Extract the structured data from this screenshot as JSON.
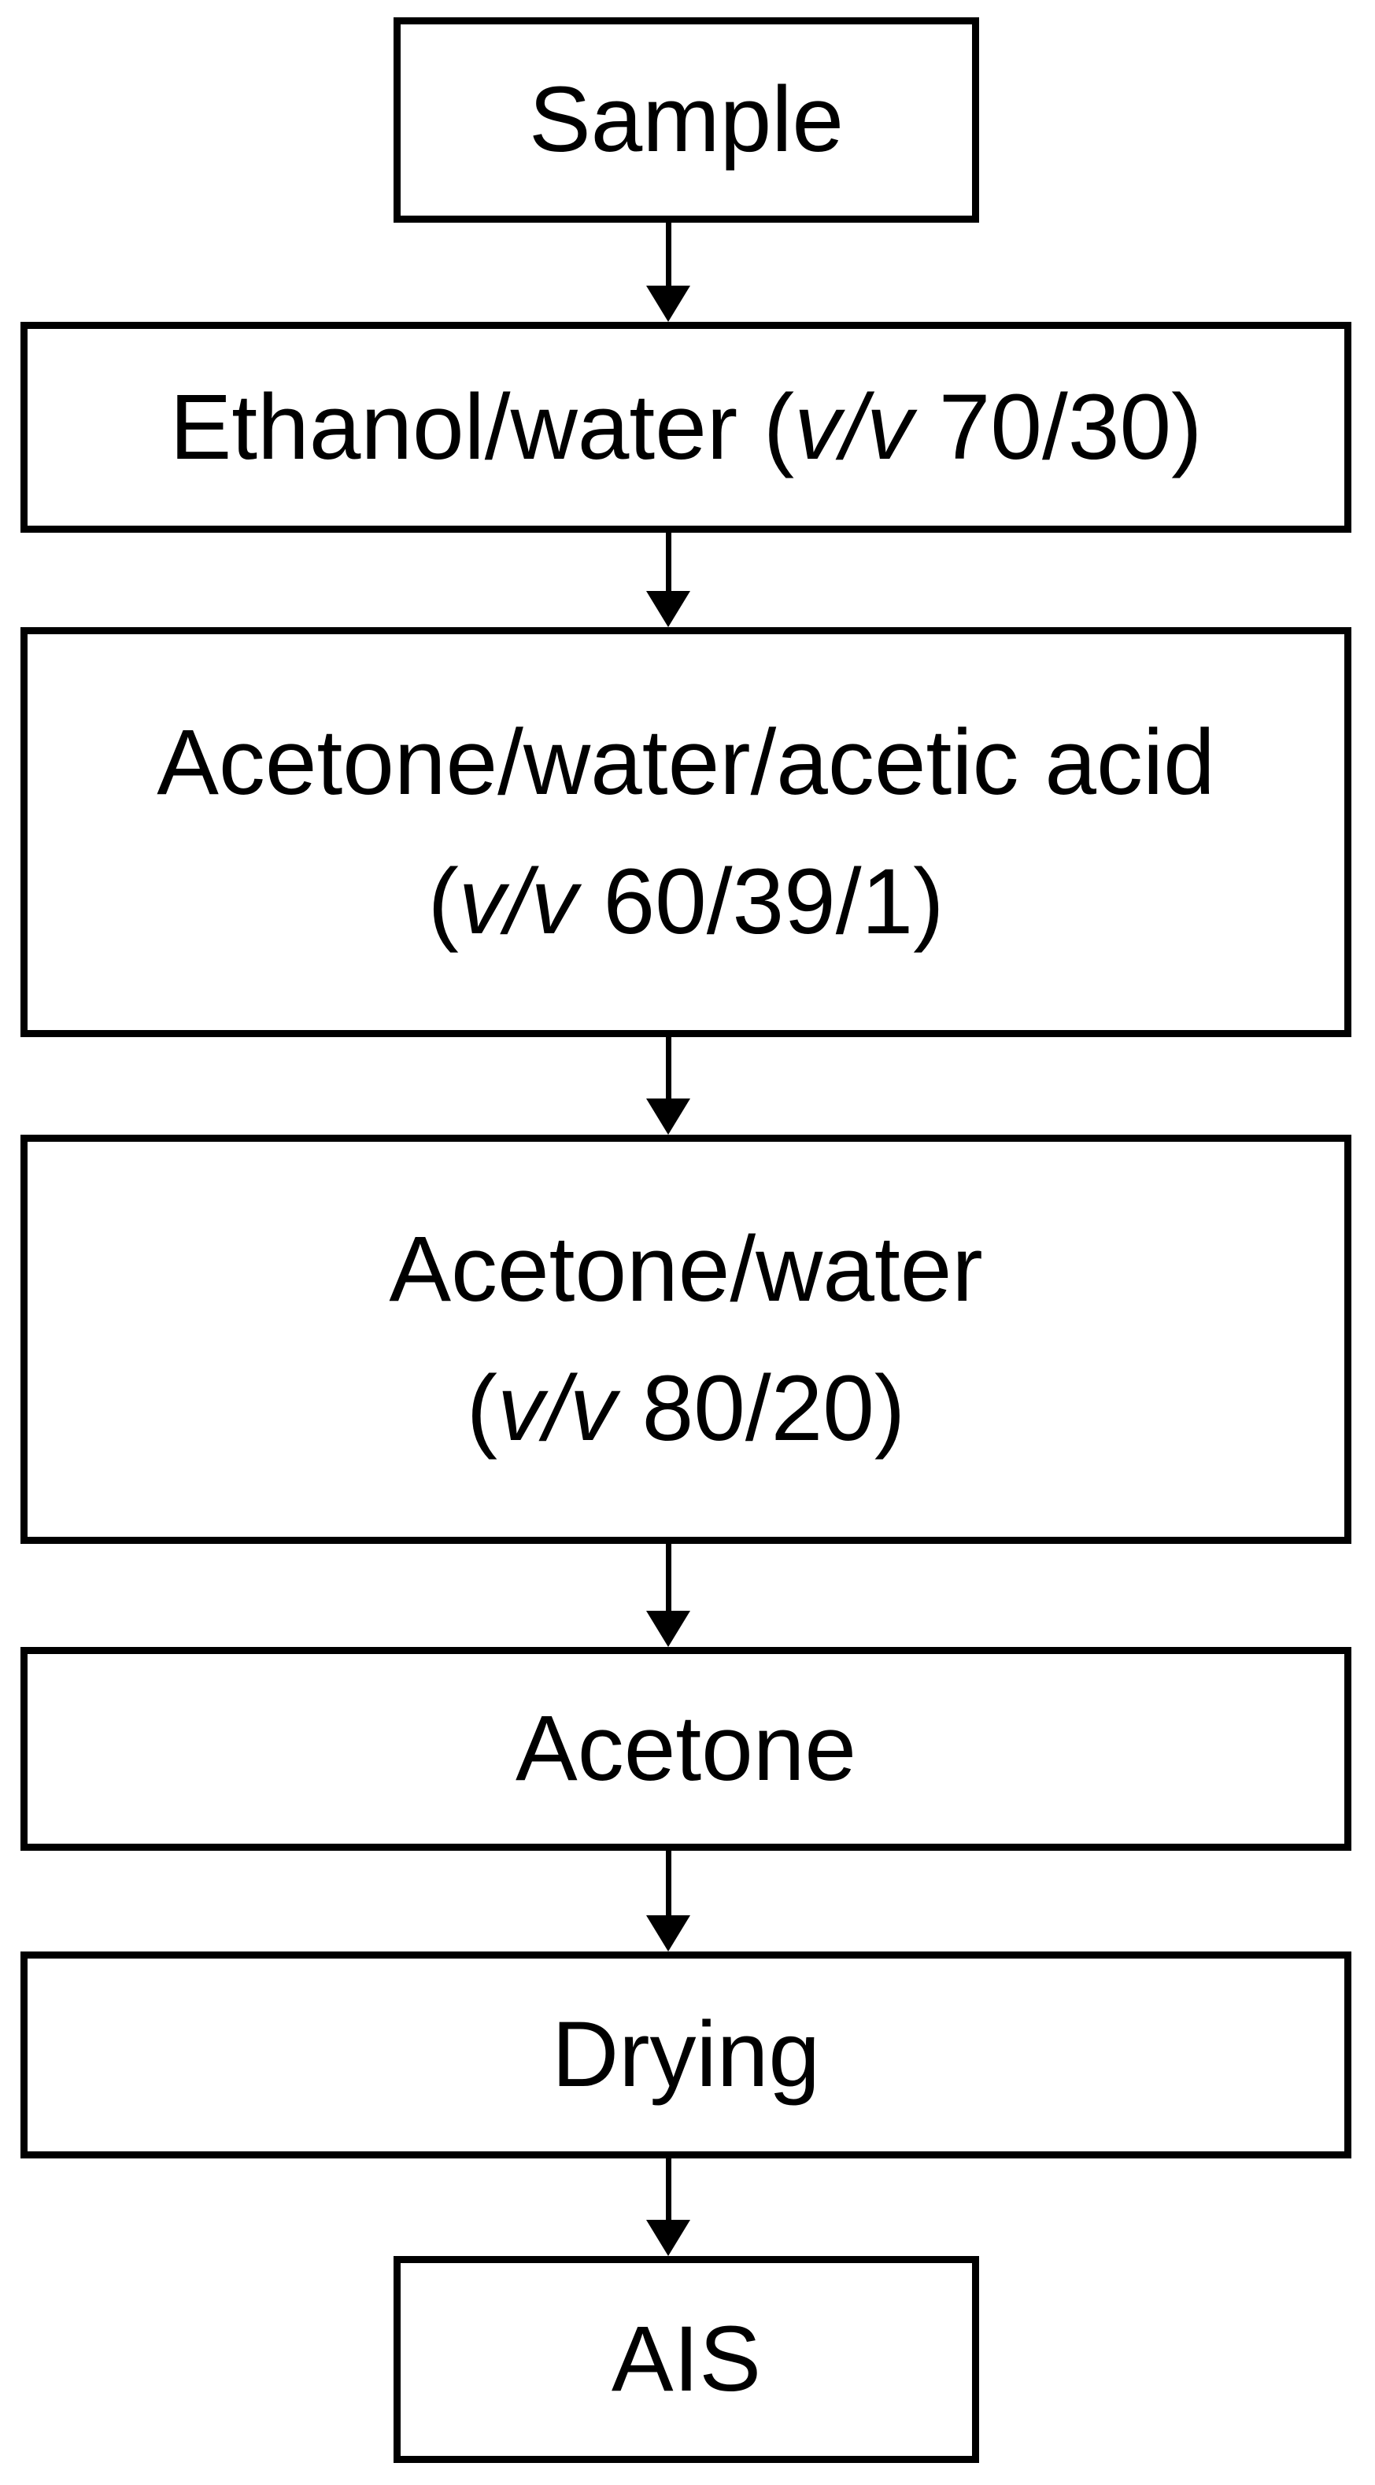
{
  "diagram": {
    "type": "flowchart",
    "direction": "top-down",
    "background_color": "#ffffff",
    "box_fill_color": "#ffffff",
    "box_border_color": "#000000",
    "text_color": "#000000",
    "arrow_color": "#000000"
  },
  "boxes": [
    {
      "name": "sample",
      "lines": [
        {
          "text": "Sample"
        }
      ]
    },
    {
      "name": "ethanol-water",
      "lines": [
        {
          "pre": "Ethanol/water (",
          "italic": "v/v",
          "post": " 70/30)"
        }
      ]
    },
    {
      "name": "acetone-water-acetic-acid",
      "lines": [
        {
          "text": "Acetone/water/acetic acid"
        },
        {
          "pre": "(",
          "italic": "v/v",
          "post": " 60/39/1)"
        }
      ]
    },
    {
      "name": "acetone-water",
      "lines": [
        {
          "text": "Acetone/water"
        },
        {
          "pre": "(",
          "italic": "v/v",
          "post": " 80/20)"
        }
      ]
    },
    {
      "name": "acetone",
      "lines": [
        {
          "text": "Acetone"
        }
      ]
    },
    {
      "name": "drying",
      "lines": [
        {
          "text": "Drying"
        }
      ]
    },
    {
      "name": "ais",
      "lines": [
        {
          "text": "AIS"
        }
      ]
    }
  ],
  "edges": [
    {
      "from": "sample",
      "to": "ethanol-water"
    },
    {
      "from": "ethanol-water",
      "to": "acetone-water-acetic-acid"
    },
    {
      "from": "acetone-water-acetic-acid",
      "to": "acetone-water"
    },
    {
      "from": "acetone-water",
      "to": "acetone"
    },
    {
      "from": "acetone",
      "to": "drying"
    },
    {
      "from": "drying",
      "to": "ais"
    }
  ]
}
